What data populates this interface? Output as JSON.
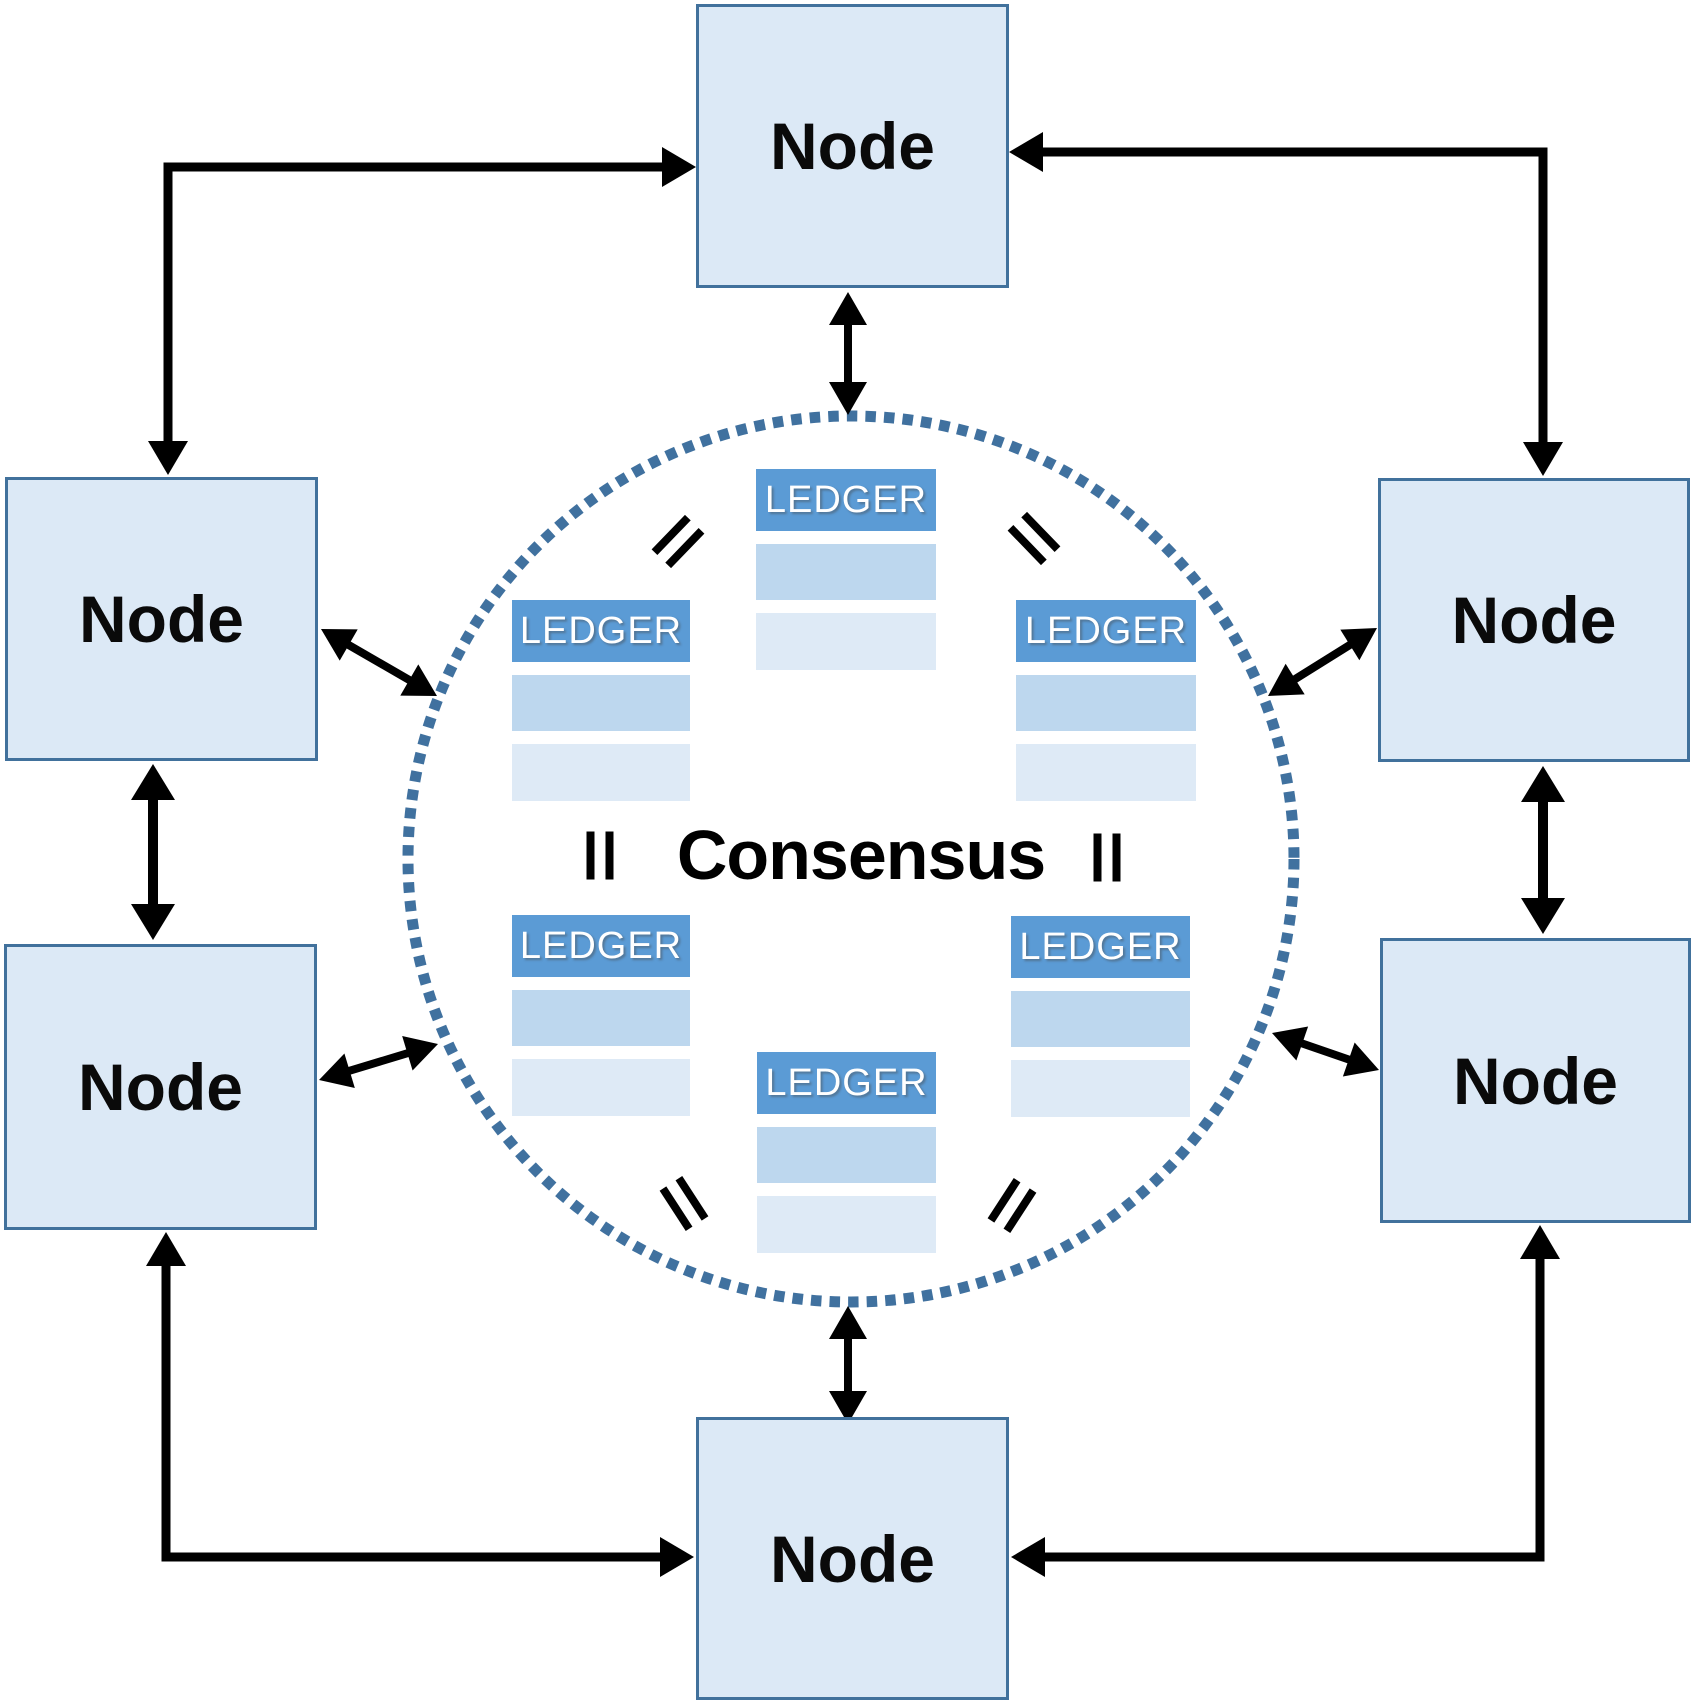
{
  "diagram": {
    "consensus_label": "Consensus",
    "nodes": [
      {
        "position": "top",
        "label": "Node"
      },
      {
        "position": "left-upper",
        "label": "Node"
      },
      {
        "position": "right-upper",
        "label": "Node"
      },
      {
        "position": "left-lower",
        "label": "Node"
      },
      {
        "position": "right-lower",
        "label": "Node"
      },
      {
        "position": "bottom",
        "label": "Node"
      }
    ],
    "ledgers": [
      {
        "position": "top-center",
        "label": "LEDGER"
      },
      {
        "position": "left-upper",
        "label": "LEDGER"
      },
      {
        "position": "right-upper",
        "label": "LEDGER"
      },
      {
        "position": "left-lower",
        "label": "LEDGER"
      },
      {
        "position": "right-lower",
        "label": "LEDGER"
      },
      {
        "position": "bottom-center",
        "label": "LEDGER"
      }
    ],
    "equals_signs": [
      {
        "position": "top-left",
        "symbol": "="
      },
      {
        "position": "top-right",
        "symbol": "="
      },
      {
        "position": "middle-left",
        "symbol": "="
      },
      {
        "position": "middle-right",
        "symbol": "="
      },
      {
        "position": "bottom-left",
        "symbol": "="
      },
      {
        "position": "bottom-right",
        "symbol": "="
      }
    ],
    "colors": {
      "background": "#FFFFFF",
      "node_fill": "#DCE9F6",
      "node_border": "#41719C",
      "ledger_header_fill": "#5B9BD5",
      "ledger_header_text": "#FFFFFF",
      "ledger_row_mid": "#BDD7EE",
      "ledger_row_light": "#DEEAF6",
      "ring_dots": "#40719F",
      "arrows": "#000000",
      "label_text": "#000000"
    }
  }
}
